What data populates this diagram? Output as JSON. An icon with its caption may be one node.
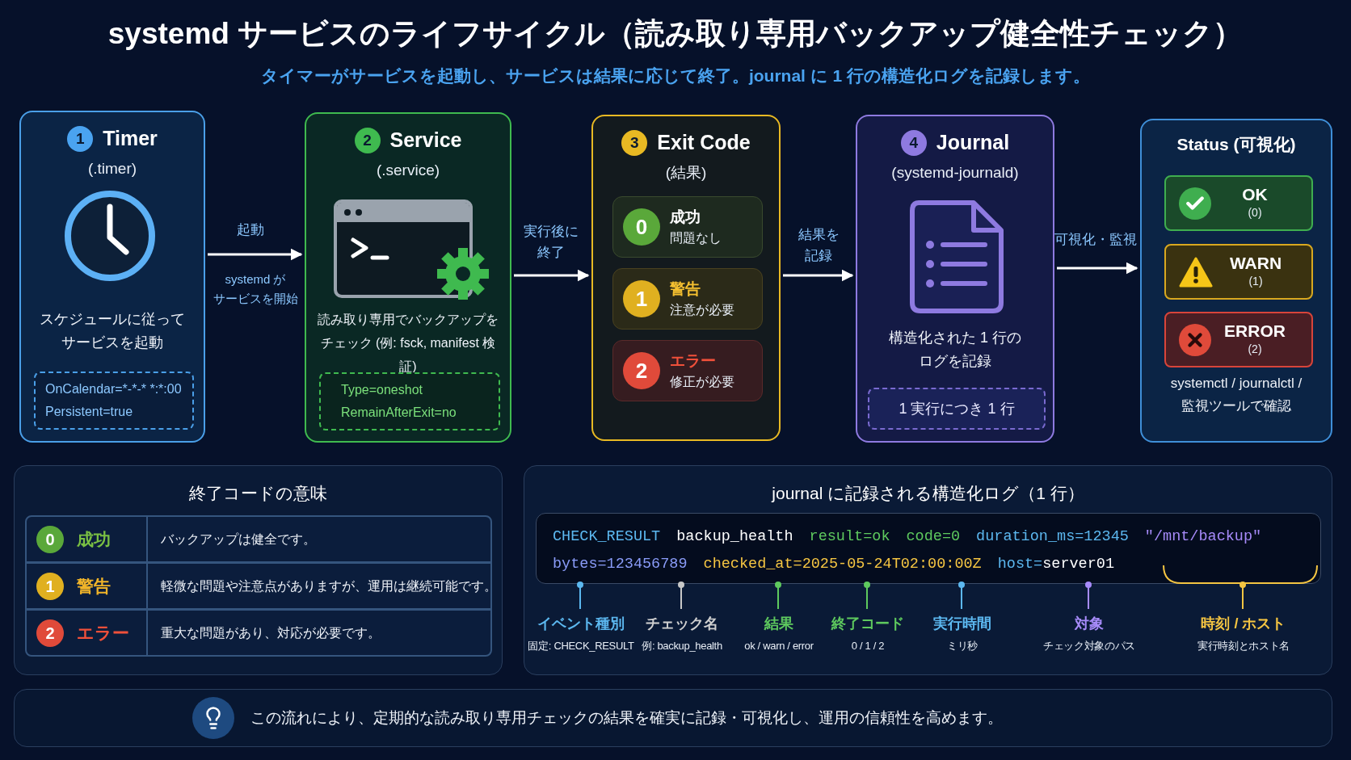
{
  "diagram": {
    "title": "systemd サービスのライフサイクル（読み取り専用バックアップ健全性チェック）",
    "nodes": [
      {
        "text": [
          "1",
          "Timer",
          "(.timer)",
          "スケジュールに従ってサービスを起動"
        ]
      },
      {
        "text": [
          "OnCalendar=*-*-* *:*:00",
          "Persistent=true"
        ],
        "in": 0
      },
      {
        "text": [
          "2",
          "Service",
          "(.service)",
          "読み取り専用でバックアップをチェック (例: fsck, manifest 検証)"
        ]
      },
      {
        "text": [
          "Type=oneshot",
          "RemainAfterExit=no"
        ],
        "in": 2
      },
      {
        "text": [
          "3",
          "Exit Code",
          "(結果)"
        ]
      },
      {
        "text": [
          "0",
          "成功",
          "問題なし"
        ],
        "in": 4
      },
      {
        "text": [
          "1",
          "警告",
          "注意が必要"
        ],
        "in": 4
      },
      {
        "text": [
          "2",
          "エラー",
          "修正が必要"
        ],
        "in": 4
      },
      {
        "text": [
          "4",
          "Journal",
          "(systemd-journald)",
          "構造化された 1 行のログを記録"
        ]
      },
      {
        "text": [
          "1 実行につき 1 行"
        ],
        "in": 8
      },
      {
        "text": [
          "Status (可視化)",
          "systemctl / journalctl / 監視ツールで確認"
        ]
      },
      {
        "text": [
          "OK",
          "(0)"
        ],
        "in": 10
      },
      {
        "text": [
          "WARN",
          "(1)"
        ],
        "in": 10
      },
      {
        "text": [
          "ERROR",
          "(2)"
        ],
        "in": 10
      },
      {
        "text": [
          "終了コードの意味"
        ]
      },
      {
        "text": [
          "0",
          "成功",
          "バックアップは健全です。"
        ],
        "in": 14
      },
      {
        "text": [
          "1",
          "警告",
          "軽微な問題や注意点がありますが、運用は継続可能です。"
        ],
        "in": 14
      },
      {
        "text": [
          "2",
          "エラー",
          "重大な問題があり、対応が必要です。"
        ],
        "in": 14
      },
      {
        "text": [
          "journal に記録される構造化ログ（1 行）"
        ]
      },
      {
        "text": [
          "CHECK_RESULT",
          "backup_health",
          "result=ok",
          "code=0",
          "duration_ms=12345",
          "\"/mnt/backup\"",
          "bytes=123456789",
          "checked_at=2025-05-24T02:00:00Z",
          "host=",
          "server01"
        ],
        "in": 18
      },
      {
        "text": [
          "イベント種別",
          "固定: CHECK_RESULT"
        ],
        "in": 18
      },
      {
        "text": [
          "チェック名",
          "例: backup_health"
        ],
        "in": 18
      },
      {
        "text": [
          "結果",
          "ok / warn / error"
        ],
        "in": 18
      },
      {
        "text": [
          "終了コード",
          "0 / 1 / 2"
        ],
        "in": 18
      },
      {
        "text": [
          "実行時間",
          "ミリ秒"
        ],
        "in": 18
      },
      {
        "text": [
          "対象",
          "チェック対象のパス"
        ],
        "in": 18
      },
      {
        "text": [
          "時刻 / ホスト",
          "実行時刻とホスト名"
        ],
        "in": 18
      },
      {
        "text": [
          "この流れにより、定期的な読み取り専用チェックの結果を確実に記録・可視化し、運用の信頼性を高めます。"
        ]
      }
    ],
    "edges": [
      {
        "from": 0,
        "to": 2,
        "arrow": "to",
        "label": "起動"
      },
      {
        "from": 2,
        "to": 4,
        "arrow": "to",
        "label": "実行後に終了"
      },
      {
        "from": 4,
        "to": 8,
        "arrow": "to",
        "label": "結果を記録"
      },
      {
        "from": 8,
        "to": 10,
        "arrow": "to",
        "label": "可視化・監視"
      },
      {
        "from": 20,
        "to": 19,
        "arrow": "other",
        "color": "#5cb8f0"
      },
      {
        "from": 21,
        "to": 19,
        "arrow": "other",
        "color": "#c8c8c8"
      },
      {
        "from": 22,
        "to": 19,
        "arrow": "other",
        "color": "#5ec95e"
      },
      {
        "from": 23,
        "to": 19,
        "arrow": "other",
        "color": "#5ec95e"
      },
      {
        "from": 24,
        "to": 19,
        "arrow": "other",
        "color": "#5cb8f0"
      },
      {
        "from": 25,
        "to": 19,
        "arrow": "other",
        "color": "#a78bfa"
      },
      {
        "from": 26,
        "to": 19,
        "arrow": "other",
        "color": "#f5c542"
      }
    ],
    "labels": [
      "タイマーがサービスを起動し、サービスは結果に応じて終了。journal に 1 行の構造化ログを記録します。",
      "systemd が",
      "サービスを開始"
    ]
  }
}
